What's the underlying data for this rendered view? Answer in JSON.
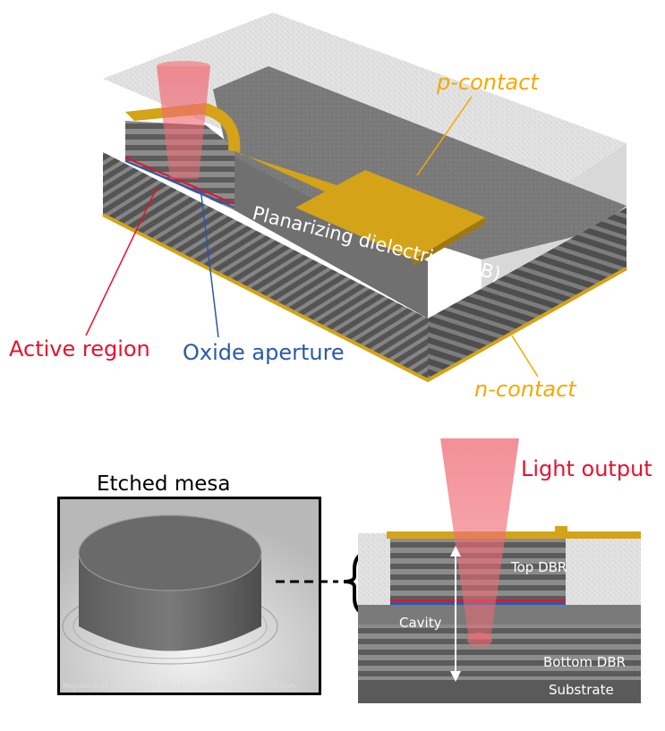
{
  "labels": {
    "p_contact": "p-contact",
    "n_contact": "n-contact",
    "active_region": "Active region",
    "oxide_aperture": "Oxide aperture",
    "planarizing": "Planarizing dielectric (BCB)",
    "etched_mesa": "Etched mesa",
    "light_output": "Light output",
    "top_dbr": "Top DBR",
    "cavity": "Cavity",
    "bottom_dbr": "Bottom DBR",
    "substrate": "Substrate"
  },
  "sem": {
    "meta": "Regulus 3.0kV 25.5mm x5.00k SE(UL) 06/19/2019",
    "scale": "10.0μm"
  },
  "colors": {
    "contact_label": "#f5a800",
    "active_label": "#e8112d",
    "oxide_label": "#2b59a8",
    "gold": "#d4a317",
    "light": "#f08080",
    "light_label": "#e8112d"
  }
}
